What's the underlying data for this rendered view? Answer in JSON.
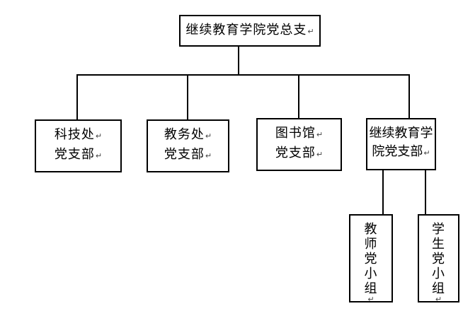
{
  "page": {
    "background": "#ffffff",
    "line_color": "#000000",
    "text_color": "#000000",
    "return_mark": "↵"
  },
  "org_chart": {
    "root": {
      "label": "继续教育学院党总支"
    },
    "level2": [
      {
        "lines": [
          "科技处",
          "党支部"
        ]
      },
      {
        "lines": [
          "教务处",
          "党支部"
        ]
      },
      {
        "lines": [
          "图书馆",
          "党支部"
        ]
      },
      {
        "lines": [
          "继续教育学",
          "院党支部"
        ]
      }
    ],
    "level3": [
      {
        "chars": [
          "教",
          "师",
          "党",
          "小",
          "组"
        ]
      },
      {
        "chars": [
          "学",
          "生",
          "党",
          "小",
          "组"
        ]
      }
    ]
  }
}
